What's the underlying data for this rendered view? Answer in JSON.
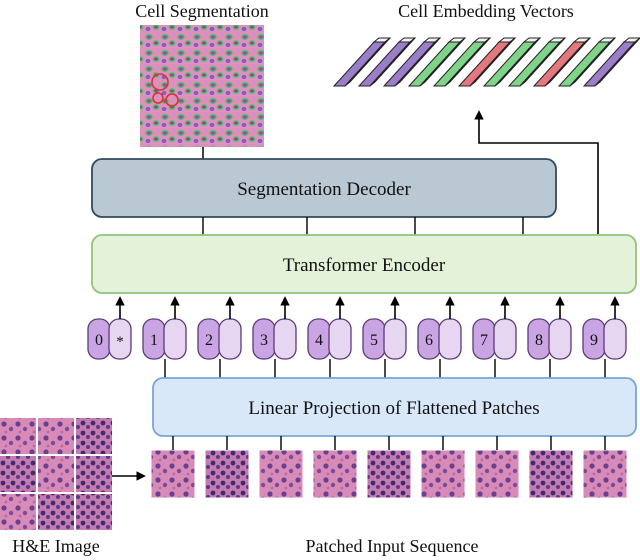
{
  "labels": {
    "cell_segmentation": "Cell Segmentation",
    "cell_embedding_vectors": "Cell Embedding Vectors",
    "segmentation_decoder": "Segmentation Decoder",
    "transformer_encoder": "Transformer Encoder",
    "linear_projection": "Linear Projection of Flattened Patches",
    "he_image": "H&E Image",
    "patched_input_sequence": "Patched Input Sequence"
  },
  "tokens": [
    "0",
    "1",
    "2",
    "3",
    "4",
    "5",
    "6",
    "7",
    "8",
    "9"
  ],
  "cls_marker": "*",
  "embedding_colors": [
    "purple",
    "purple",
    "purple",
    "green",
    "green",
    "red",
    "green",
    "green",
    "red",
    "green",
    "purple"
  ],
  "colors": {
    "decoder_fill": "#b9c8d2",
    "decoder_stroke": "#2f4a5e",
    "encoder_fill": "#e3f2d8",
    "encoder_stroke": "#8fc57a",
    "projection_fill": "#d8e8f8",
    "projection_stroke": "#7aa6d6",
    "token_left": "#c9a6e3",
    "token_right": "#e6d6f2",
    "token_stroke": "#5b3a78",
    "vec_purple": "#9b7ec9",
    "vec_green": "#7fd48a",
    "vec_red": "#e4787e"
  }
}
